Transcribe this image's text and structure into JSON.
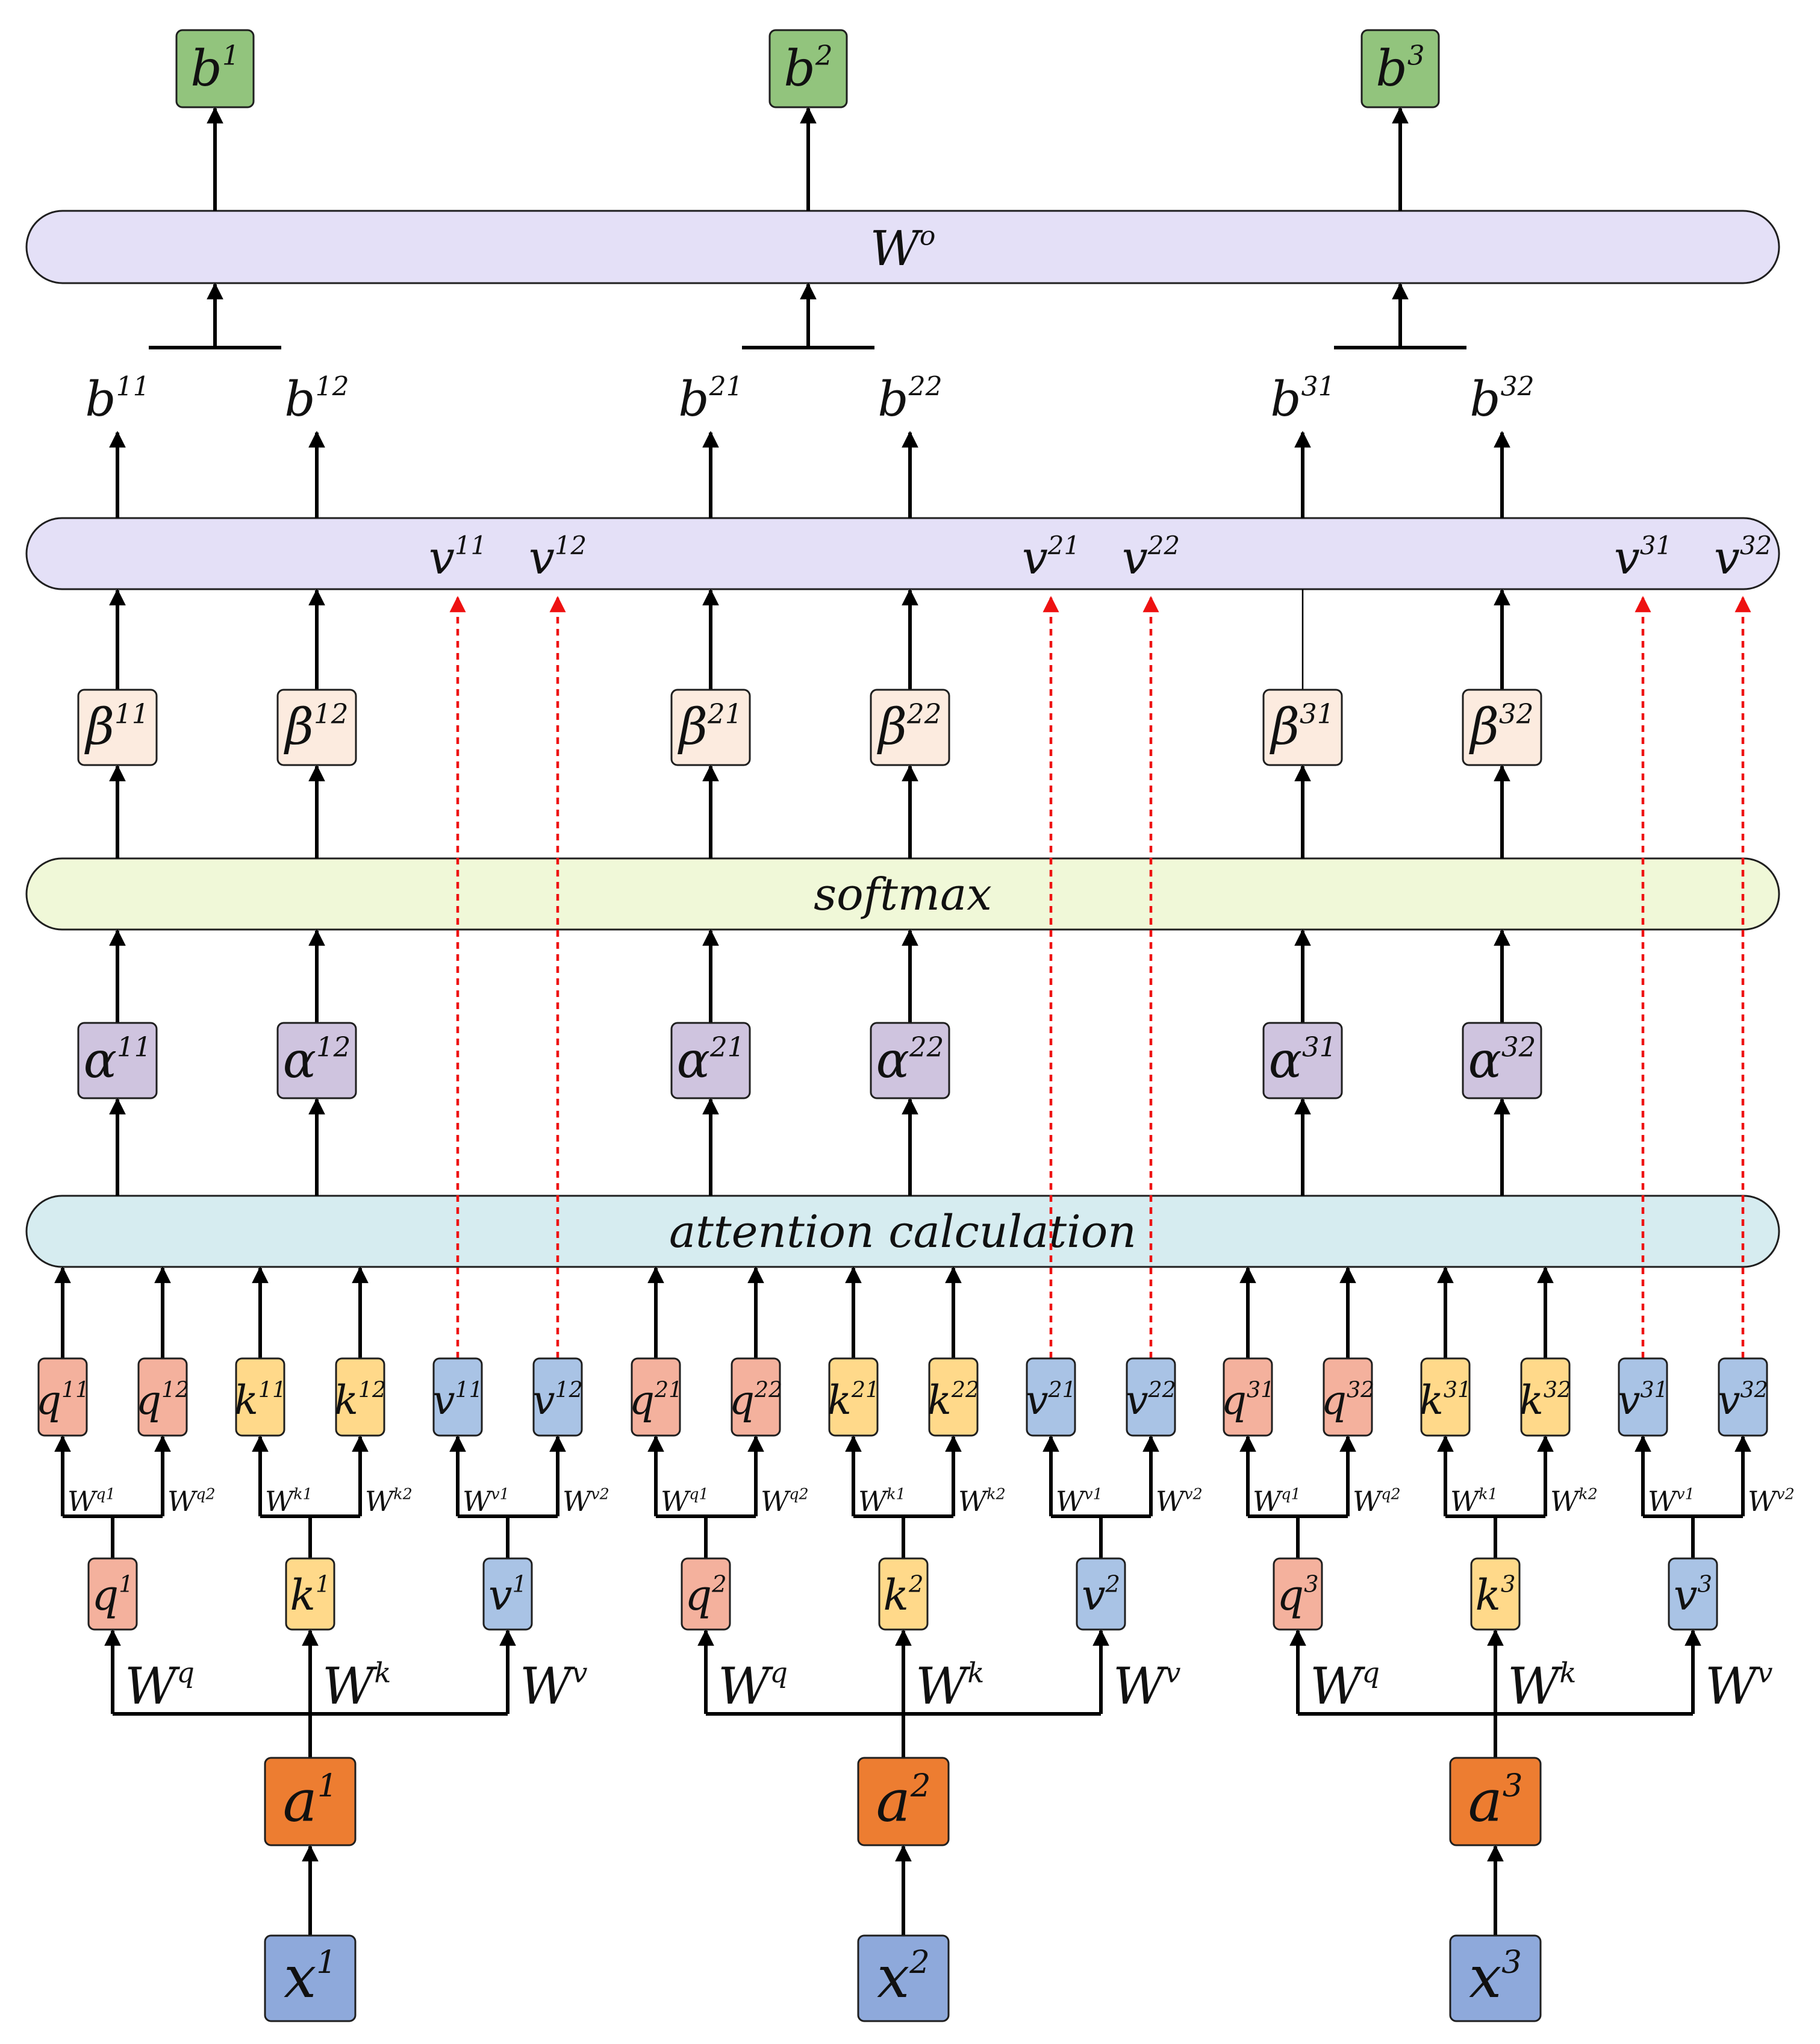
{
  "colors": {
    "x": "#8ea9db",
    "a": "#ed7d31",
    "q": "#f4b19d",
    "k": "#ffd98a",
    "v": "#a9c3e5",
    "alpha": "#cfc4df",
    "beta": "#fcebdf",
    "b": "#92c47d",
    "attention_bar": "#d6ecf0",
    "softmax_bar": "#f0f8d8",
    "output_bar": "#e4e0f7",
    "dashed_arrow": "#ee1111"
  },
  "bars": {
    "attention": "attention calculation",
    "softmax": "softmax",
    "head_output": "",
    "wo": "W^o"
  },
  "tokens": [
    {
      "x": "x^1",
      "a": "a^1",
      "projections": [
        {
          "box": "q^1",
          "weight": "W^q",
          "heads": [
            {
              "label": "q^11",
              "weight": "W^q1"
            },
            {
              "label": "q^12",
              "weight": "W^q2"
            }
          ]
        },
        {
          "box": "k^1",
          "weight": "W^k",
          "heads": [
            {
              "label": "k^11",
              "weight": "W^k1"
            },
            {
              "label": "k^12",
              "weight": "W^k2"
            }
          ]
        },
        {
          "box": "v^1",
          "weight": "W^v",
          "heads": [
            {
              "label": "v^11",
              "weight": "W^v1"
            },
            {
              "label": "v^12",
              "weight": "W^v2"
            }
          ]
        }
      ],
      "alphas": [
        "α^11",
        "α^12"
      ],
      "betas": [
        "β^11",
        "β^12"
      ],
      "v_passthrough": [
        "v^11",
        "v^12"
      ],
      "heads_out": [
        "b^11",
        "b^12"
      ],
      "output": "b^1"
    },
    {
      "x": "x^2",
      "a": "a^2",
      "projections": [
        {
          "box": "q^2",
          "weight": "W^q",
          "heads": [
            {
              "label": "q^21",
              "weight": "W^q1"
            },
            {
              "label": "q^22",
              "weight": "W^q2"
            }
          ]
        },
        {
          "box": "k^2",
          "weight": "W^k",
          "heads": [
            {
              "label": "k^21",
              "weight": "W^k1"
            },
            {
              "label": "k^22",
              "weight": "W^k2"
            }
          ]
        },
        {
          "box": "v^2",
          "weight": "W^v",
          "heads": [
            {
              "label": "v^21",
              "weight": "W^v1"
            },
            {
              "label": "v^22",
              "weight": "W^v2"
            }
          ]
        }
      ],
      "alphas": [
        "α^21",
        "α^22"
      ],
      "betas": [
        "β^21",
        "β^22"
      ],
      "v_passthrough": [
        "v^21",
        "v^22"
      ],
      "heads_out": [
        "b^21",
        "b^22"
      ],
      "output": "b^2"
    },
    {
      "x": "x^3",
      "a": "a^3",
      "projections": [
        {
          "box": "q^3",
          "weight": "W^q",
          "heads": [
            {
              "label": "q^31",
              "weight": "W^q1"
            },
            {
              "label": "q^32",
              "weight": "W^q2"
            }
          ]
        },
        {
          "box": "k^3",
          "weight": "W^k",
          "heads": [
            {
              "label": "k^31",
              "weight": "W^k1"
            },
            {
              "label": "k^32",
              "weight": "W^k2"
            }
          ]
        },
        {
          "box": "v^3",
          "weight": "W^v",
          "heads": [
            {
              "label": "v^31",
              "weight": "W^v1"
            },
            {
              "label": "v^32",
              "weight": "W^v2"
            }
          ]
        }
      ],
      "alphas": [
        "α^31",
        "α^32"
      ],
      "betas": [
        "β^31",
        "β^32"
      ],
      "v_passthrough": [
        "v^31",
        "v^32"
      ],
      "heads_out": [
        "b^31",
        "b^32"
      ],
      "output": "b^3"
    }
  ]
}
